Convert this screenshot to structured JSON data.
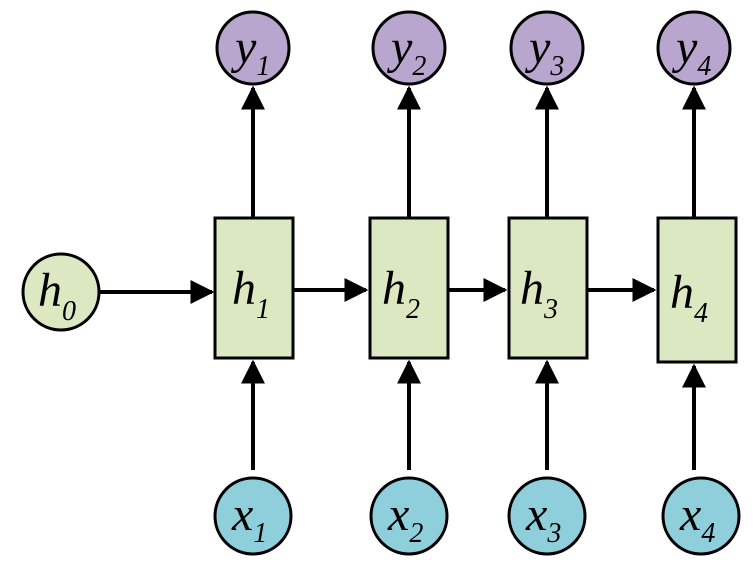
{
  "colors": {
    "output_fill": "#b9a6cf",
    "hidden_fill": "#dbe8c2",
    "input_fill": "#8fcfdc",
    "stroke": "#000000"
  },
  "initial_state": {
    "var": "h",
    "sub": "0"
  },
  "steps": [
    {
      "x": {
        "var": "x",
        "sub": "1"
      },
      "h": {
        "var": "h",
        "sub": "1"
      },
      "y": {
        "var": "y",
        "sub": "1"
      }
    },
    {
      "x": {
        "var": "x",
        "sub": "2"
      },
      "h": {
        "var": "h",
        "sub": "2"
      },
      "y": {
        "var": "y",
        "sub": "2"
      }
    },
    {
      "x": {
        "var": "x",
        "sub": "3"
      },
      "h": {
        "var": "h",
        "sub": "3"
      },
      "y": {
        "var": "y",
        "sub": "3"
      }
    },
    {
      "x": {
        "var": "x",
        "sub": "4"
      },
      "h": {
        "var": "h",
        "sub": "4"
      },
      "y": {
        "var": "y",
        "sub": "4"
      }
    }
  ]
}
